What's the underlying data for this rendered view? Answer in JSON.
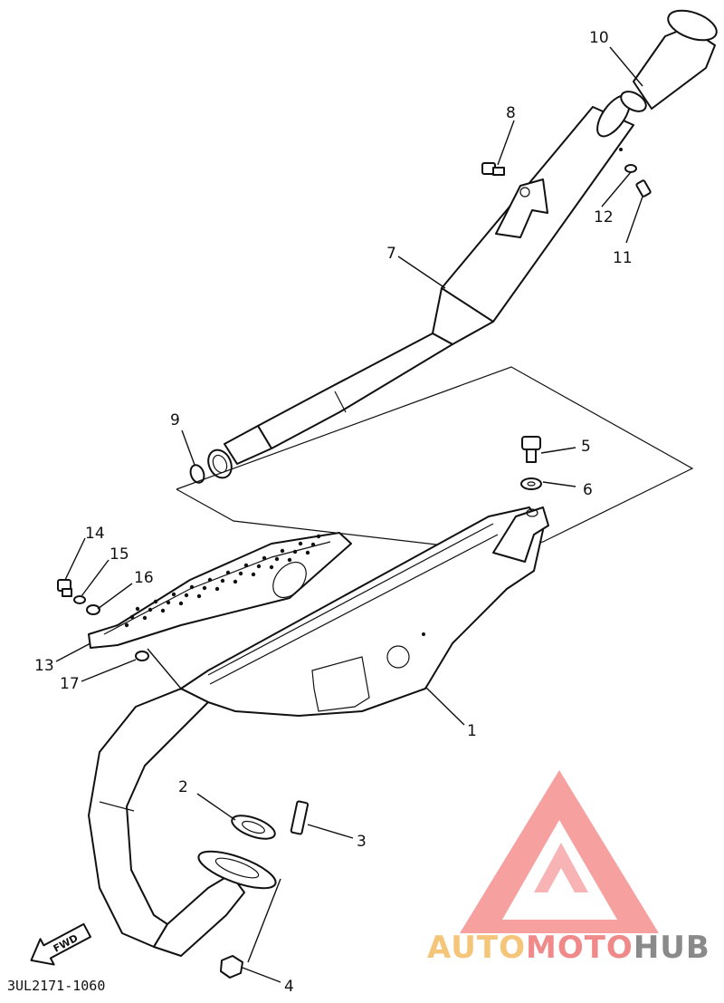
{
  "callouts": {
    "p1": "1",
    "p2": "2",
    "p3": "3",
    "p4": "4",
    "p5": "5",
    "p6": "6",
    "p7": "7",
    "p8": "8",
    "p9": "9",
    "p10": "10",
    "p11": "11",
    "p12": "12",
    "p13": "13",
    "p14": "14",
    "p15": "15",
    "p16": "16",
    "p17": "17"
  },
  "diagram_code": "3UL2171-1060",
  "fwd_label": "FWD",
  "watermark": {
    "part1": "AUTO",
    "part2": "MOTO",
    "part3": "HUB",
    "color_auto": "#f5c57a",
    "color_moto": "#f08a8a",
    "color_hub": "#8a8a8a",
    "logo_color": "#f26b6b"
  }
}
